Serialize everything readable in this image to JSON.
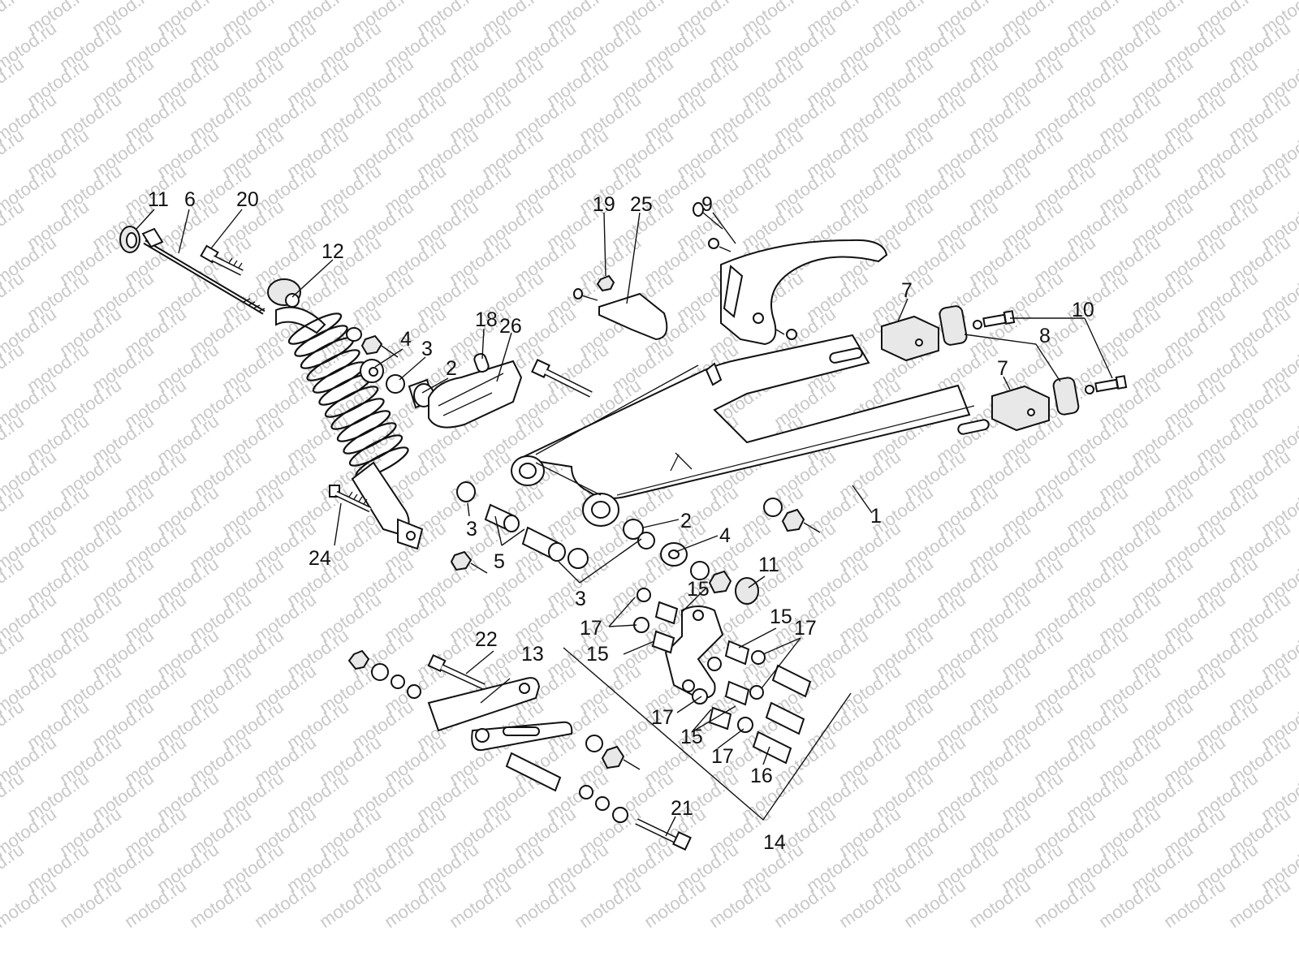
{
  "watermark": "motod.ru",
  "callouts": {
    "c1": "1",
    "c2a": "2",
    "c2b": "2",
    "c3a": "3",
    "c3b": "3",
    "c3c": "3",
    "c4a": "4",
    "c4b": "4",
    "c5": "5",
    "c6": "6",
    "c7a": "7",
    "c7b": "7",
    "c8": "8",
    "c9": "9",
    "c10": "10",
    "c11a": "11",
    "c11b": "11",
    "c12": "12",
    "c13": "13",
    "c14": "14",
    "c15a": "15",
    "c15b": "15",
    "c15c": "15",
    "c15d": "15",
    "c16": "16",
    "c17a": "17",
    "c17b": "17",
    "c17c": "17",
    "c17d": "17",
    "c18": "18",
    "c19": "19",
    "c20": "20",
    "c21": "21",
    "c22": "22",
    "c24": "24",
    "c25": "25",
    "c26": "26"
  }
}
